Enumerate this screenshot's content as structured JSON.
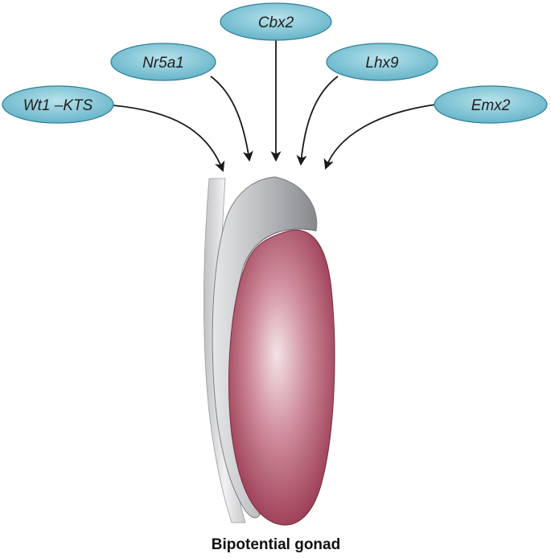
{
  "genes": [
    {
      "id": "wt1",
      "label": "Wt1 –KTS"
    },
    {
      "id": "nr5a1",
      "label": "Nr5a1"
    },
    {
      "id": "cbx2",
      "label": "Cbx2"
    },
    {
      "id": "lhx9",
      "label": "Lhx9"
    },
    {
      "id": "emx2",
      "label": "Emx2"
    }
  ],
  "caption": "Bipotential gonad",
  "colors": {
    "node_fill": "#7ec3d4",
    "node_stroke": "#2c7f96",
    "arrow": "#1a1a1a",
    "gonad_dark": "#9e3d57",
    "gonad_light": "#f1dde1",
    "mesonephros_dark": "#8e9094",
    "mesonephros_light": "#dcdde0",
    "duct": "#e4e4e6"
  },
  "icons": {
    "node": "ellipse-node-icon",
    "arrow": "curved-arrow-icon"
  }
}
